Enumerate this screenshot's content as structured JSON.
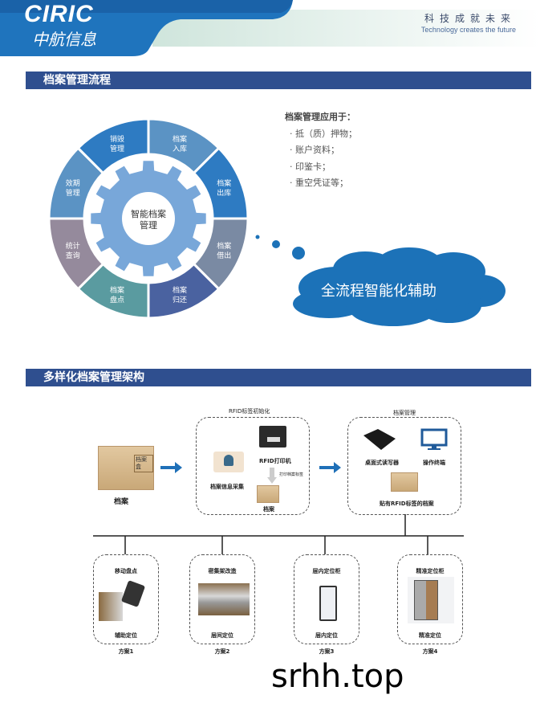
{
  "header": {
    "logo_en": "CIRIC",
    "logo_cn": "中航信息",
    "slogan_cn": "科技成就未来",
    "slogan_en": "Technology creates the future"
  },
  "section1": {
    "title": "档案管理流程",
    "center": [
      "智能档案",
      "管理"
    ],
    "segments": [
      {
        "l1": "档案",
        "l2": "入库",
        "color": "#5b93c4"
      },
      {
        "l1": "档案",
        "l2": "出库",
        "color": "#2e7bc2"
      },
      {
        "l1": "档案",
        "l2": "借出",
        "color": "#7a8aa3"
      },
      {
        "l1": "档案",
        "l2": "归还",
        "color": "#4a62a0"
      },
      {
        "l1": "档案",
        "l2": "盘点",
        "color": "#5a9ba0"
      },
      {
        "l1": "统计",
        "l2": "查询",
        "color": "#958a9c"
      },
      {
        "l1": "效期",
        "l2": "管理",
        "color": "#5b93c4"
      },
      {
        "l1": "销毁",
        "l2": "管理",
        "color": "#2e7bc2"
      }
    ],
    "uses_title": "档案管理应用于：",
    "uses": [
      "· 抵（质）押物；",
      "· 账户资料；",
      "· 印鉴卡；",
      "· 重空凭证等；"
    ],
    "cloud": "全流程智能化辅助"
  },
  "section2": {
    "title": "多样化档案管理架构",
    "archive": "档案",
    "crate_label": "档案盒",
    "rfid_init": {
      "title": "RFID标签初始化",
      "collect": "档案信息采集",
      "printer": "RFID打印机",
      "print_note": "打印档案标签",
      "archive": "档案"
    },
    "mgmt": {
      "title": "档案管理",
      "reader": "桌面式读写器",
      "terminal": "操作终端",
      "tagged": "贴有RFID标签的档案"
    },
    "schemes": [
      {
        "top": "移动盘点",
        "bottom": "辅助定位",
        "name": "方案1"
      },
      {
        "top": "密集架改造",
        "bottom": "层间定位",
        "name": "方案2"
      },
      {
        "top": "层内定位柜",
        "bottom": "层内定位",
        "name": "方案3"
      },
      {
        "top": "精准定位柜",
        "bottom": "精准定位",
        "name": "方案4"
      }
    ]
  },
  "watermark": "srhh.top"
}
